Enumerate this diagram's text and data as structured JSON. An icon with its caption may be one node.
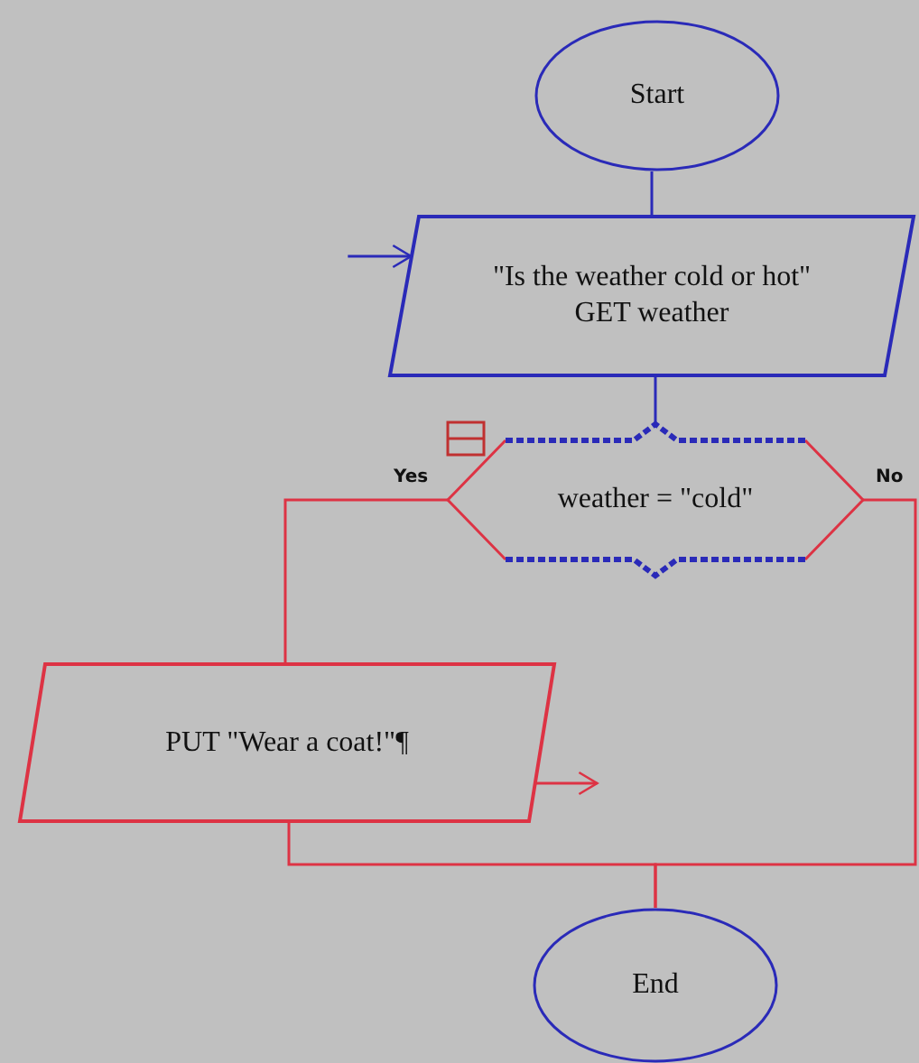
{
  "diagram": {
    "nodes": [
      {
        "text": [
          "Start"
        ]
      },
      {
        "text": [
          "\"Is the weather cold or hot\" GET weather"
        ]
      },
      {
        "text": [
          "weather = \"cold\""
        ]
      },
      {
        "text": [
          "PUT \"Wear a coat!\"¶"
        ]
      },
      {
        "text": [
          "End"
        ]
      }
    ],
    "edges": [
      {
        "from": 0,
        "to": 1,
        "arrow": "none",
        "color": "#2a2ab8"
      },
      {
        "from": null,
        "to": 1,
        "arrow": "to",
        "color": "#2a2ab8"
      },
      {
        "from": 1,
        "to": 2,
        "arrow": "none",
        "color": "#2a2ab8"
      },
      {
        "from": 2,
        "to": 3,
        "arrow": "none",
        "label": "Yes"
      },
      {
        "from": 2,
        "to": 4,
        "arrow": "none",
        "label": "No"
      },
      {
        "from": 3,
        "to": 4,
        "arrow": "none"
      },
      {
        "from": 3,
        "to": null,
        "arrow": "to"
      }
    ]
  }
}
